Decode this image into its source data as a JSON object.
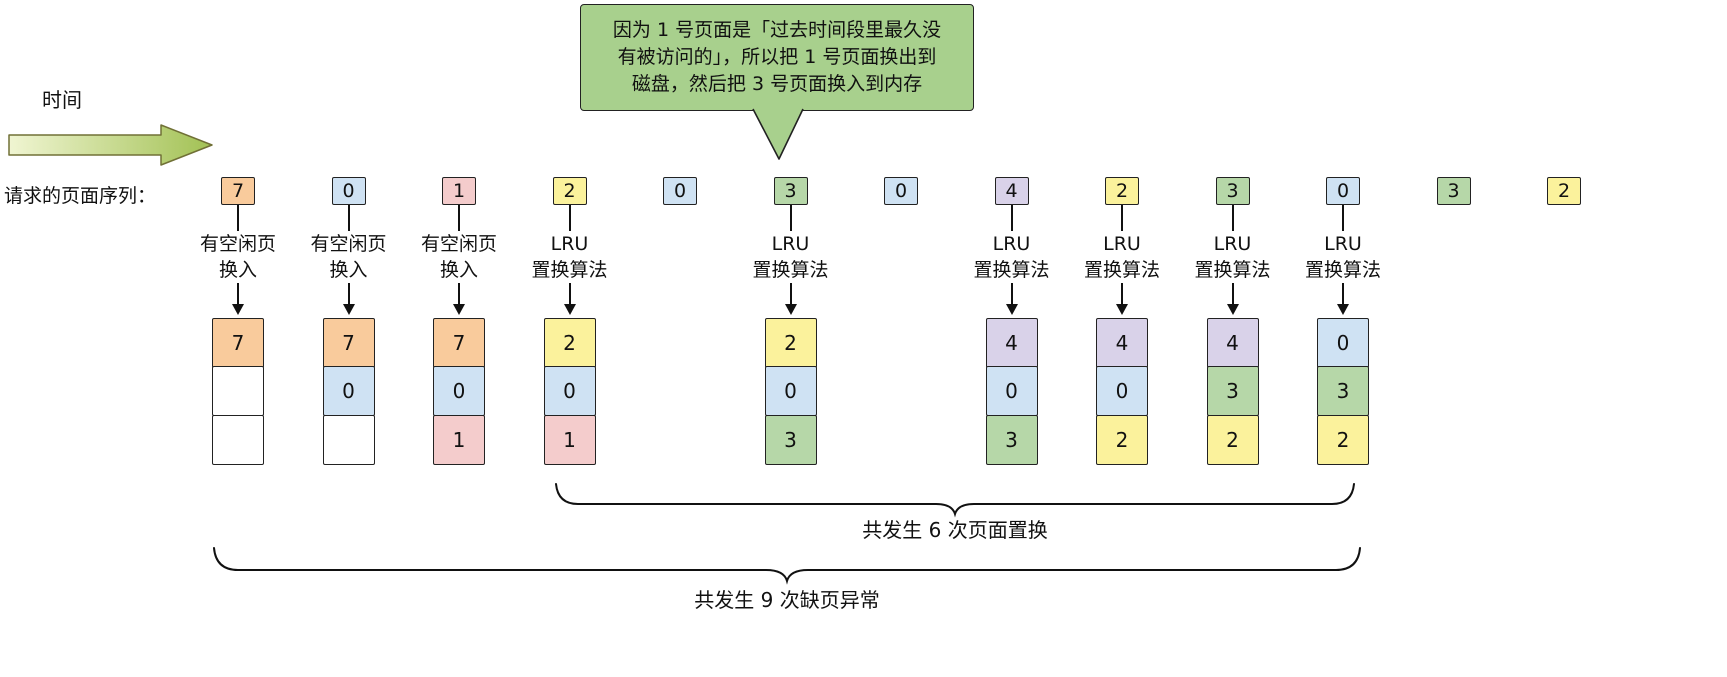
{
  "callout": {
    "lines": [
      "因为 1 号页面是「过去时间段里最久没",
      "有被访问的」，所以把 1 号页面换出到",
      "磁盘，然后把 3 号页面换入到内存"
    ],
    "bg_color": "#a8d08d"
  },
  "timeline": {
    "label": "时间"
  },
  "sequence": {
    "label": "请求的页面序列：",
    "items": [
      {
        "page": "7",
        "color": "#f9cb9c",
        "op": [
          "有空闲页",
          "换入"
        ],
        "memory": [
          {
            "value": "7",
            "color": "#f9cb9c"
          },
          {
            "value": "",
            "color": "#ffffff"
          },
          {
            "value": "",
            "color": "#ffffff"
          }
        ]
      },
      {
        "page": "0",
        "color": "#cfe2f3",
        "op": [
          "有空闲页",
          "换入"
        ],
        "memory": [
          {
            "value": "7",
            "color": "#f9cb9c"
          },
          {
            "value": "0",
            "color": "#cfe2f3"
          },
          {
            "value": "",
            "color": "#ffffff"
          }
        ]
      },
      {
        "page": "1",
        "color": "#f4cccc",
        "op": [
          "有空闲页",
          "换入"
        ],
        "memory": [
          {
            "value": "7",
            "color": "#f9cb9c"
          },
          {
            "value": "0",
            "color": "#cfe2f3"
          },
          {
            "value": "1",
            "color": "#f4cccc"
          }
        ]
      },
      {
        "page": "2",
        "color": "#fbf29c",
        "op": [
          "LRU",
          "置换算法"
        ],
        "memory": [
          {
            "value": "2",
            "color": "#fbf29c"
          },
          {
            "value": "0",
            "color": "#cfe2f3"
          },
          {
            "value": "1",
            "color": "#f4cccc"
          }
        ]
      },
      {
        "page": "0",
        "color": "#cfe2f3",
        "op": null,
        "memory": null
      },
      {
        "page": "3",
        "color": "#b6d7a8",
        "op": [
          "LRU",
          "置换算法"
        ],
        "memory": [
          {
            "value": "2",
            "color": "#fbf29c"
          },
          {
            "value": "0",
            "color": "#cfe2f3"
          },
          {
            "value": "3",
            "color": "#b6d7a8"
          }
        ]
      },
      {
        "page": "0",
        "color": "#cfe2f3",
        "op": null,
        "memory": null
      },
      {
        "page": "4",
        "color": "#d9d2e9",
        "op": [
          "LRU",
          "置换算法"
        ],
        "memory": [
          {
            "value": "4",
            "color": "#d9d2e9"
          },
          {
            "value": "0",
            "color": "#cfe2f3"
          },
          {
            "value": "3",
            "color": "#b6d7a8"
          }
        ]
      },
      {
        "page": "2",
        "color": "#fbf29c",
        "op": [
          "LRU",
          "置换算法"
        ],
        "memory": [
          {
            "value": "4",
            "color": "#d9d2e9"
          },
          {
            "value": "0",
            "color": "#cfe2f3"
          },
          {
            "value": "2",
            "color": "#fbf29c"
          }
        ]
      },
      {
        "page": "3",
        "color": "#b6d7a8",
        "op": [
          "LRU",
          "置换算法"
        ],
        "memory": [
          {
            "value": "4",
            "color": "#d9d2e9"
          },
          {
            "value": "3",
            "color": "#b6d7a8"
          },
          {
            "value": "2",
            "color": "#fbf29c"
          }
        ]
      },
      {
        "page": "0",
        "color": "#cfe2f3",
        "op": [
          "LRU",
          "置换算法"
        ],
        "memory": [
          {
            "value": "0",
            "color": "#cfe2f3"
          },
          {
            "value": "3",
            "color": "#b6d7a8"
          },
          {
            "value": "2",
            "color": "#fbf29c"
          }
        ]
      },
      {
        "page": "3",
        "color": "#b6d7a8",
        "op": null,
        "memory": null
      },
      {
        "page": "2",
        "color": "#fbf29c",
        "op": null,
        "memory": null
      }
    ]
  },
  "braces": [
    {
      "label": "共发生 6 次页面置换"
    },
    {
      "label": "共发生 9 次缺页异常"
    }
  ]
}
